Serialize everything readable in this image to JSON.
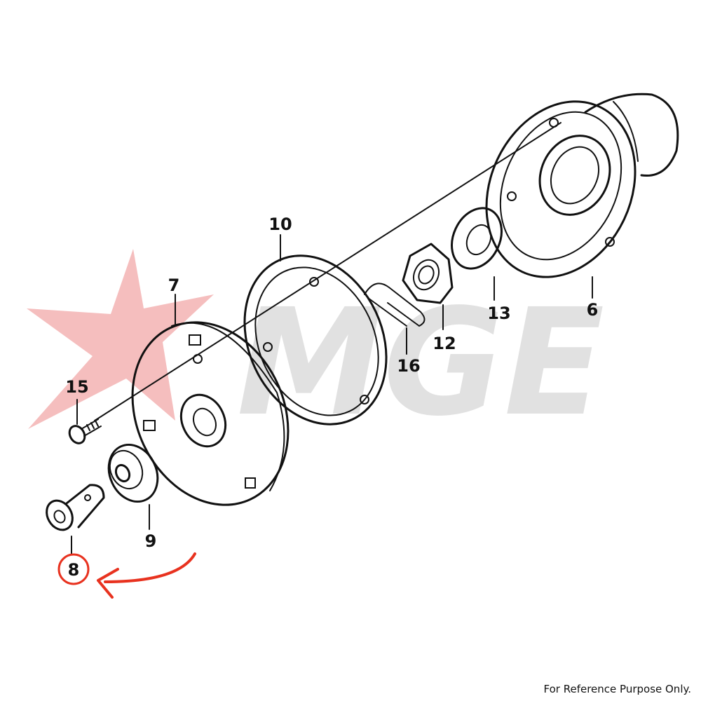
{
  "watermark": {
    "text": "MGE",
    "star_color": "#f3b3b3",
    "letter_color": "#d8d8d8"
  },
  "callouts": [
    "6",
    "7",
    "8",
    "9",
    "10",
    "12",
    "13",
    "15",
    "16"
  ],
  "highlighted_part": "8",
  "highlight_color": "#e8321f",
  "footer_note": "For Reference Purpose Only."
}
